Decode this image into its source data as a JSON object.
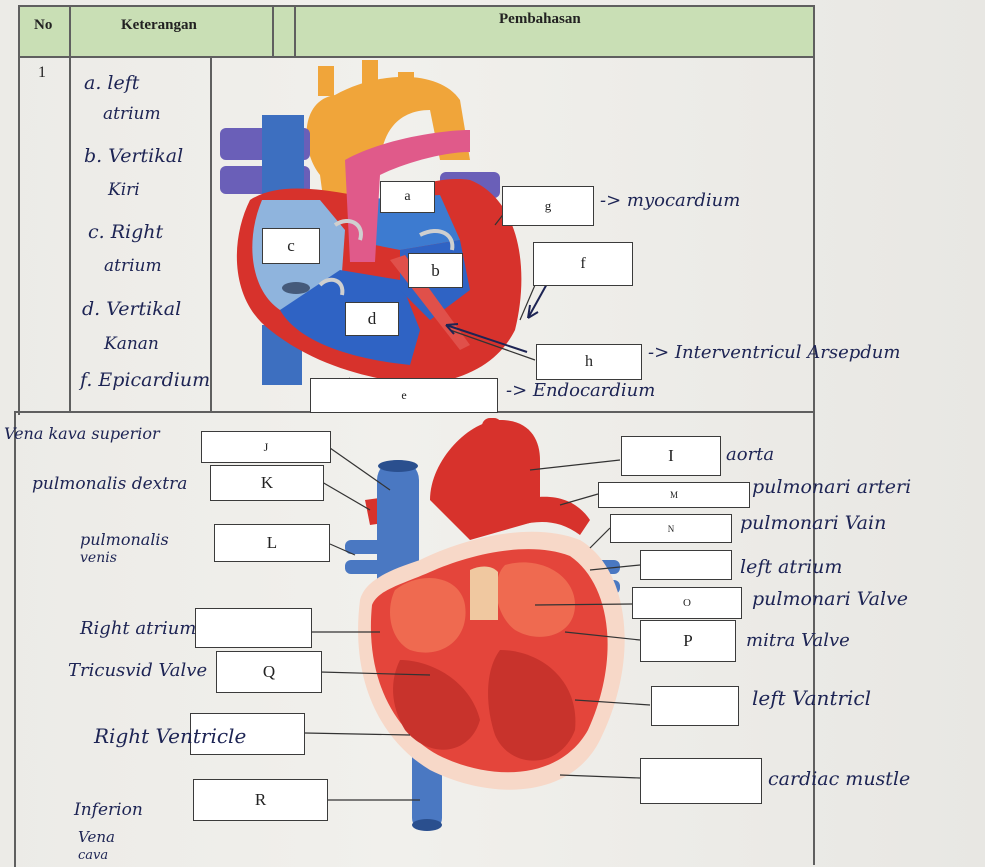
{
  "table": {
    "headers": {
      "no": "No",
      "keterangan": "Keterangan",
      "pembahasan": "Pembahasan"
    },
    "row1_no": "1"
  },
  "answers": {
    "a1": "a. left",
    "a2": "atrium",
    "b1": "b. Vertikal",
    "b2": "Kiri",
    "c1": "c. Right",
    "c2": "atrium",
    "d1": "d. Vertikal",
    "d2": "Kanan",
    "f": "f. Epicardium"
  },
  "diagram1": {
    "labels": {
      "a": "a",
      "b": "b",
      "c": "c",
      "d": "d",
      "e": "e",
      "f": "f",
      "g": "g",
      "h": "h"
    },
    "annotations": {
      "g": "-> myocardium",
      "h": "-> Interventricul Arsepdum",
      "e": "-> Endocardium"
    }
  },
  "diagram2": {
    "labels": {
      "J": "J",
      "K": "K",
      "L": "L",
      "I": "I",
      "M": "M",
      "N": "N",
      "O": "O",
      "P": "P",
      "Q": "Q",
      "R": "R"
    },
    "annotations": {
      "J": "Vena kava superior",
      "K": "pulmonalis dextra",
      "L1": "pulmonalis",
      "L2": "venis",
      "I": "aorta",
      "M": "pulmonari arteri",
      "N": "pulmonari Vain",
      "left_atrium": "left atrium",
      "O": "pulmonari Valve",
      "P": "mitra Valve",
      "right_atrium": "Right atrium",
      "Q": "Tricusvid Valve",
      "left_ventricle": "left Vantricl",
      "right_ventricle": "Right Ventricle",
      "cardiac": "cardiac mustle",
      "R1": "Inferion",
      "R2": "Vena",
      "R3": "cava"
    }
  },
  "colors": {
    "header": "#c9dfb5",
    "ink": "#1d2454",
    "blue": "#3d6fc0",
    "pink": "#e05a8a",
    "orange": "#f0a53a",
    "red": "#d7322c",
    "purple": "#6a5fb8"
  }
}
